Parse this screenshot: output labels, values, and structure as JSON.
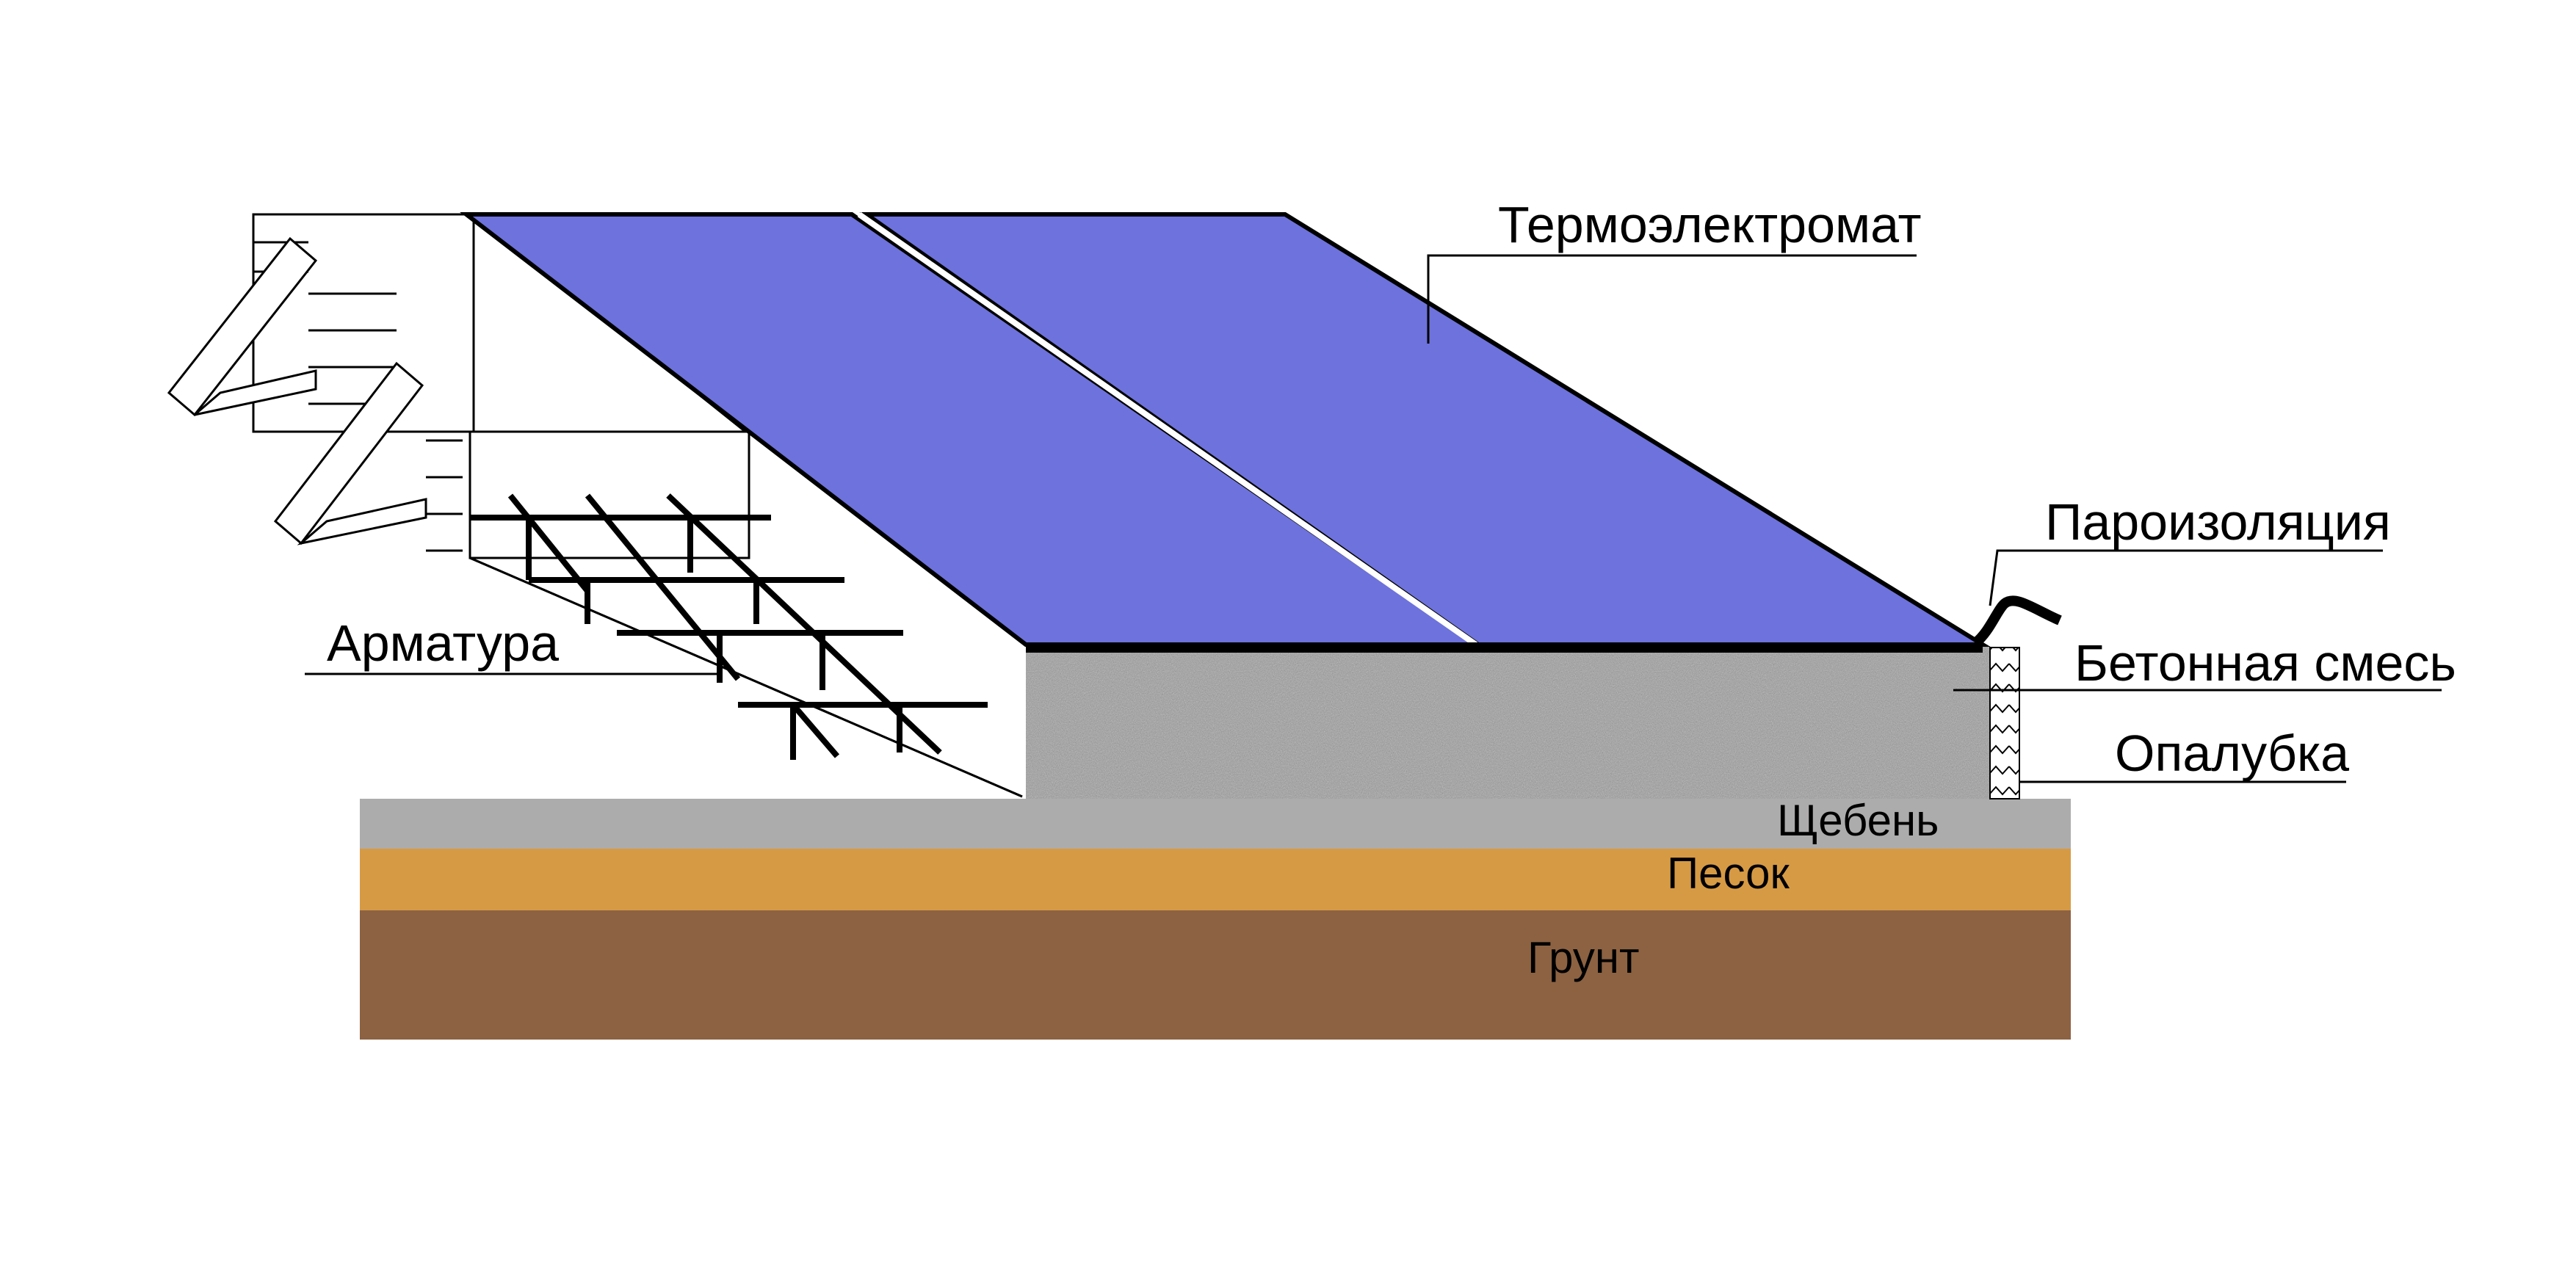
{
  "labels": {
    "thermomat": "Термоэлектромат",
    "vapor_barrier": "Пароизоляция",
    "concrete_mix": "Бетонная смесь",
    "formwork": "Опалубка",
    "rebar": "Арматура",
    "gravel": "Щебень",
    "sand": "Песок",
    "soil": "Грунт"
  },
  "colors": {
    "mat": "#6e72dc",
    "concrete": "#9c9c9c",
    "gravel": "#adacac",
    "sand": "#d69a45",
    "soil": "#8c6242",
    "outline": "#000000"
  }
}
